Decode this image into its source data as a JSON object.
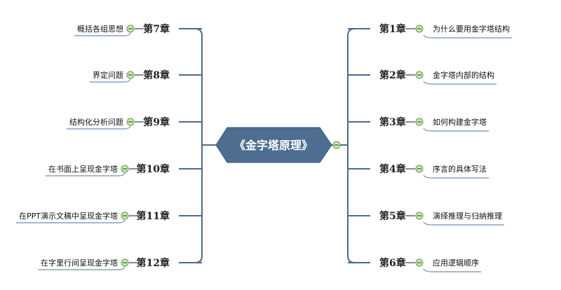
{
  "root": {
    "label": "《金字塔原理》"
  },
  "right_branches": [
    {
      "chapter": "第1章",
      "topic": "为什么要用金字塔结构"
    },
    {
      "chapter": "第2章",
      "topic": "金字塔内部的结构"
    },
    {
      "chapter": "第3章",
      "topic": "如何构建金字塔"
    },
    {
      "chapter": "第4章",
      "topic": "序言的具体写法"
    },
    {
      "chapter": "第5章",
      "topic": "演绎推理与归纳推理"
    },
    {
      "chapter": "第6章",
      "topic": "应用逻辑顺序"
    }
  ],
  "left_branches": [
    {
      "chapter": "第7章",
      "topic": "概括各组思想"
    },
    {
      "chapter": "第8章",
      "topic": "界定问题"
    },
    {
      "chapter": "第9章",
      "topic": "结构化分析问题"
    },
    {
      "chapter": "第10章",
      "topic": "在书面上呈现金字塔"
    },
    {
      "chapter": "第11章",
      "topic": "在PPT演示文稿中呈现金字塔"
    },
    {
      "chapter": "第12章",
      "topic": "在字里行间呈现金字塔"
    }
  ],
  "colors": {
    "connector": "#4d6b8a",
    "root_fill": "#4d6d91",
    "underline": "#6d8fb0",
    "collapse_fill": "#cfe6b8",
    "collapse_stroke": "#5a9a3c"
  },
  "icons": {
    "collapse": "minus-circle-icon"
  }
}
